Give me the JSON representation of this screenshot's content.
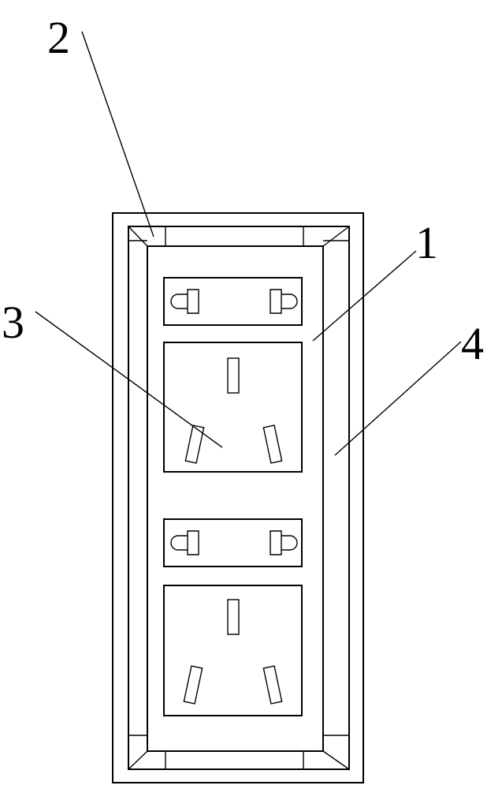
{
  "labels": {
    "part1": "1",
    "part2": "2",
    "part3": "3",
    "part4": "4"
  },
  "colors": {
    "stroke": "#000000",
    "background": "#ffffff"
  }
}
